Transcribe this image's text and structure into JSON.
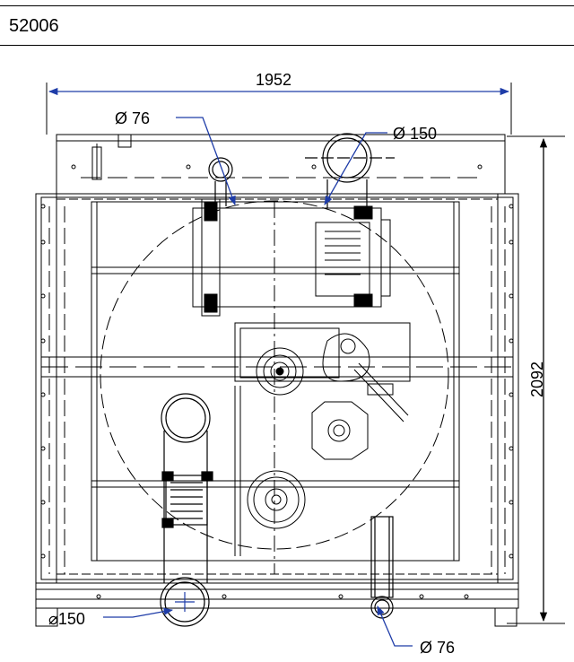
{
  "header": {
    "code": "52006"
  },
  "dimensions": {
    "width": "1952",
    "height": "2092",
    "pipe_top_left": "Ø 76",
    "pipe_top_right": "Ø 150",
    "pipe_bottom_left": "⌀150",
    "pipe_bottom_right": "Ø 76"
  },
  "colors": {
    "line": "#000000",
    "dimension": "#1e3ca8"
  }
}
